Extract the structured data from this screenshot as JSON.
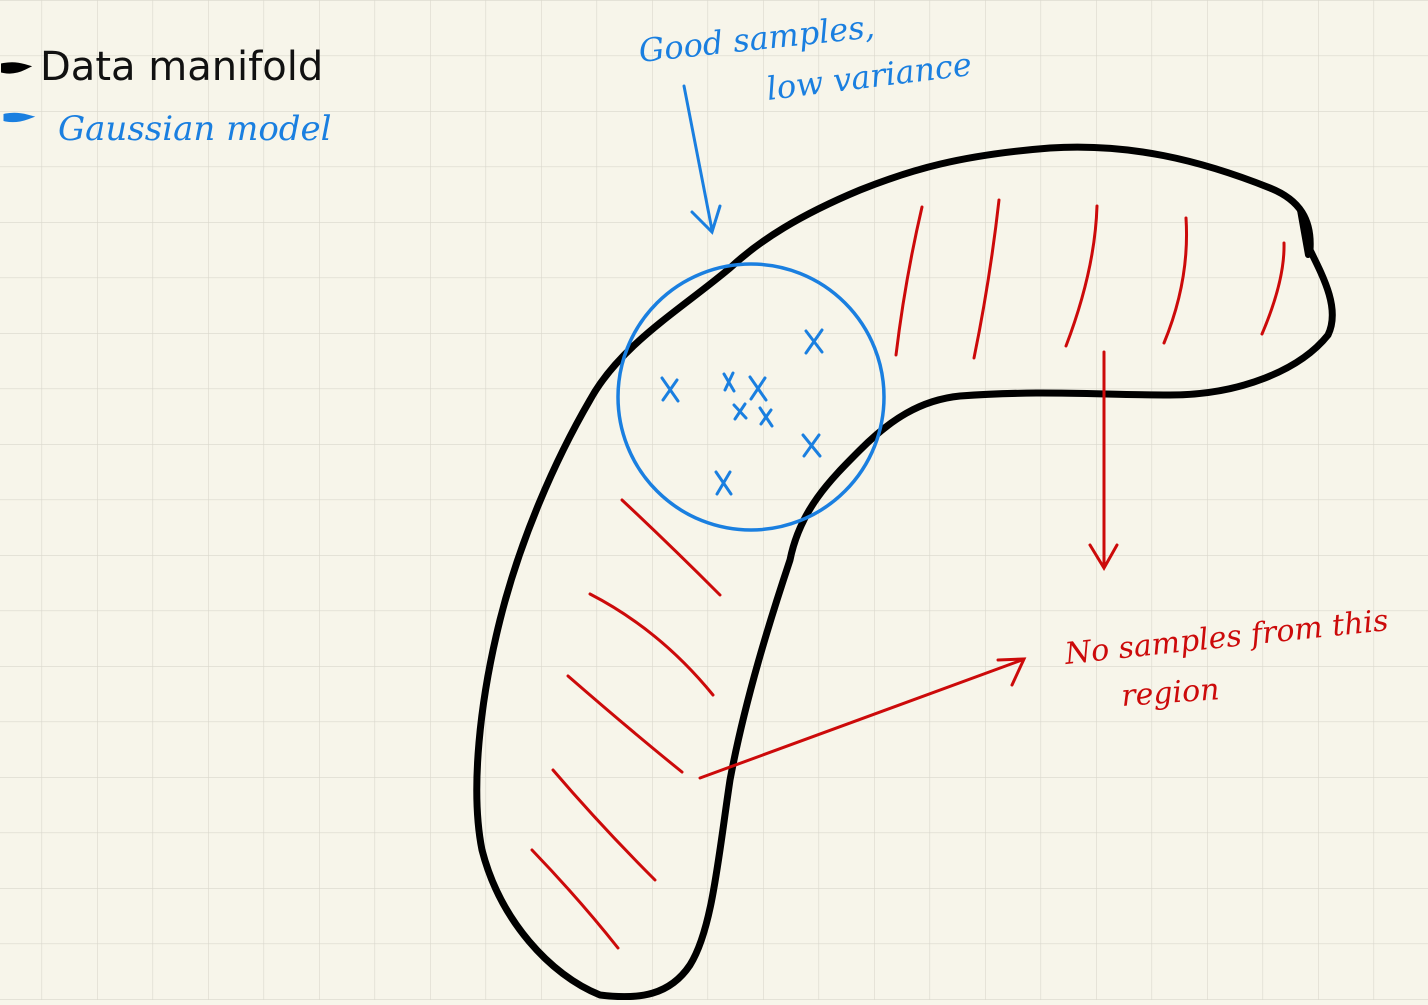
{
  "legend": {
    "data_manifold": "Data manifold",
    "gaussian_model": "Gaussian model"
  },
  "annotations": {
    "good_samples_line1": "Good samples,",
    "good_samples_line2": "low variance",
    "no_samples_line1": "No samples from this",
    "no_samples_line2": "region"
  },
  "colors": {
    "background": "#f7f5ea",
    "grid": "#d9d7cc",
    "manifold": "#000000",
    "gaussian": "#1a7fe0",
    "missing_region": "#cc0a0a"
  },
  "icons": {
    "sample_marker": "x-mark",
    "arrow": "arrow-head"
  }
}
